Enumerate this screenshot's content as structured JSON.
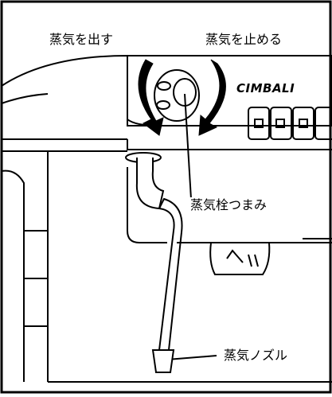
{
  "labels": {
    "steam_open": "蒸気を出す",
    "steam_close": "蒸気を止める",
    "steam_knob": "蒸気栓つまみ",
    "steam_nozzle": "蒸気ノズル"
  },
  "brand": "CIMBALI",
  "colors": {
    "line": "#000000",
    "background": "#ffffff"
  }
}
